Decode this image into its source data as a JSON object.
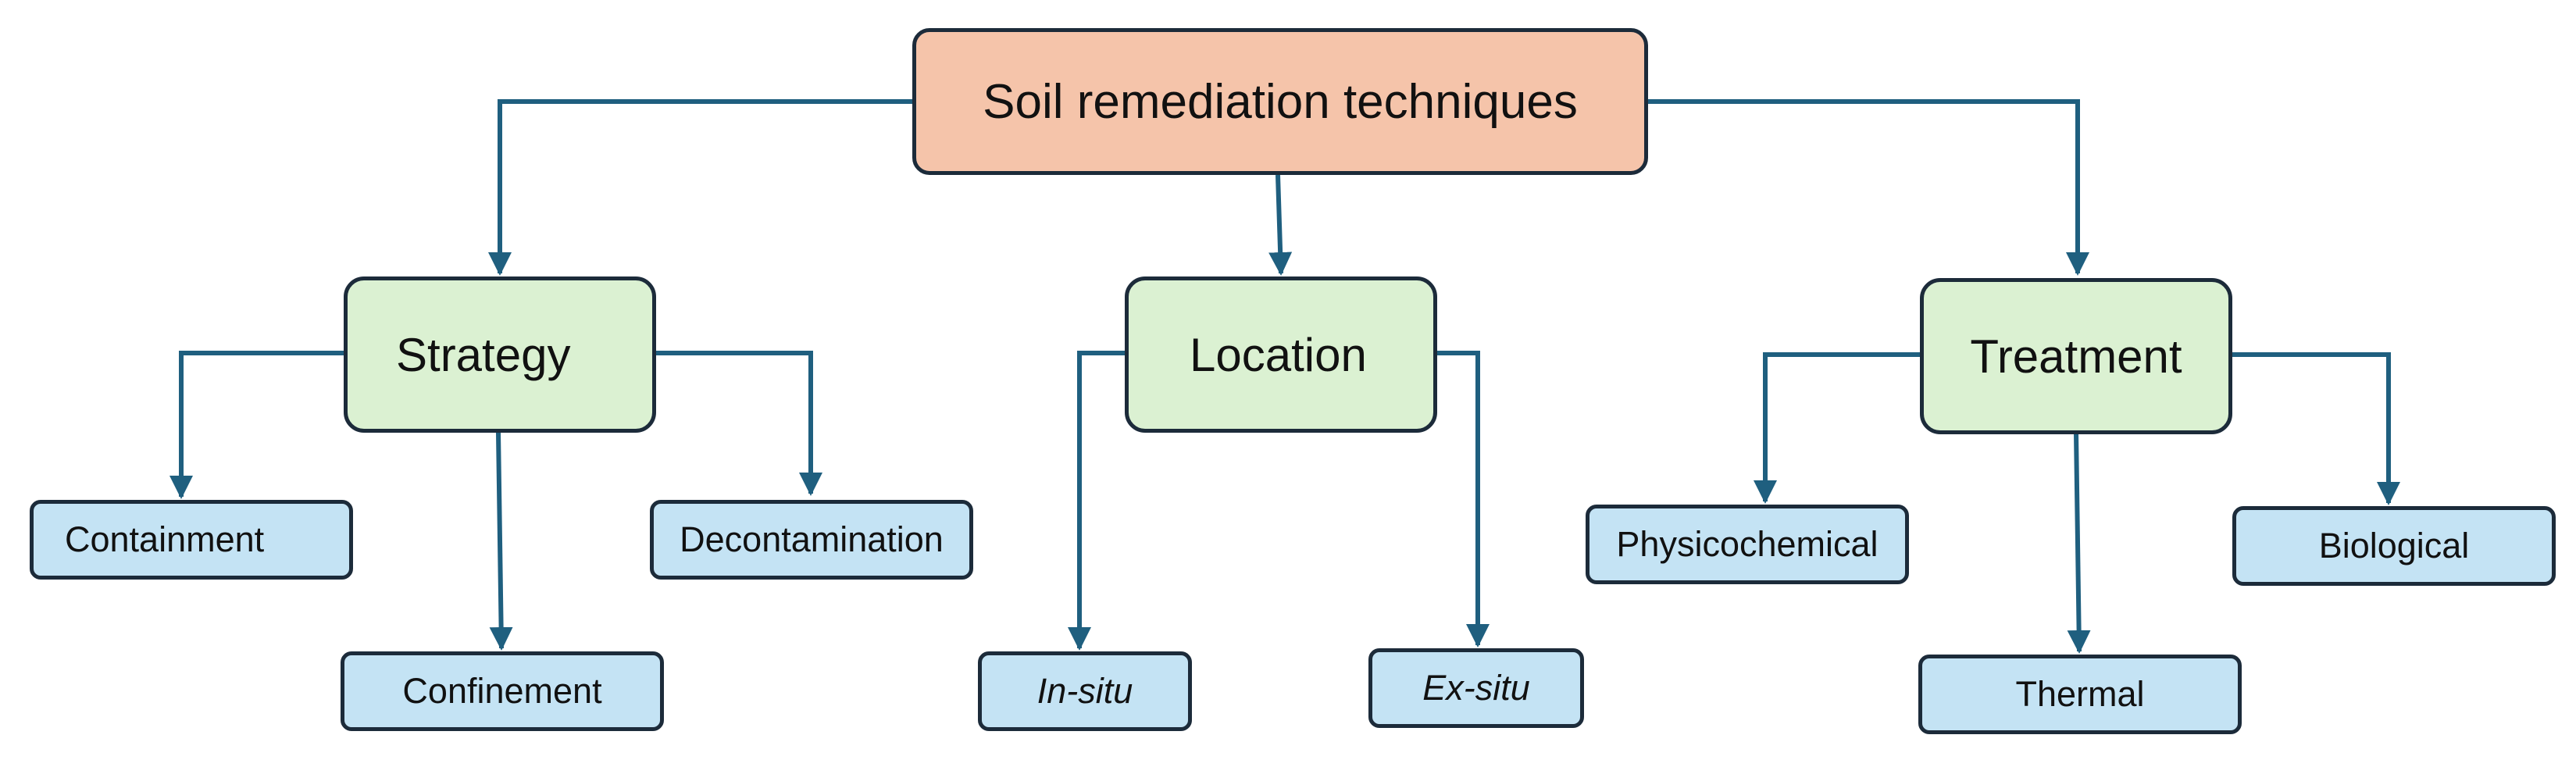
{
  "colors": {
    "root_fill": "#f5c4aa",
    "category_fill": "#dbf1d2",
    "leaf_fill": "#c4e3f4",
    "connector": "#1f5f7f",
    "border": "#1c2b3a"
  },
  "diagram": {
    "root": {
      "label": "Soil remediation techniques"
    },
    "categories": [
      {
        "label": "Strategy",
        "children": [
          "Containment",
          "Confinement",
          "Decontamination"
        ]
      },
      {
        "label": "Location",
        "children": [
          "In-situ",
          "Ex-situ"
        ]
      },
      {
        "label": "Treatment",
        "children": [
          "Physicochemical",
          "Thermal",
          "Biological"
        ]
      }
    ]
  }
}
